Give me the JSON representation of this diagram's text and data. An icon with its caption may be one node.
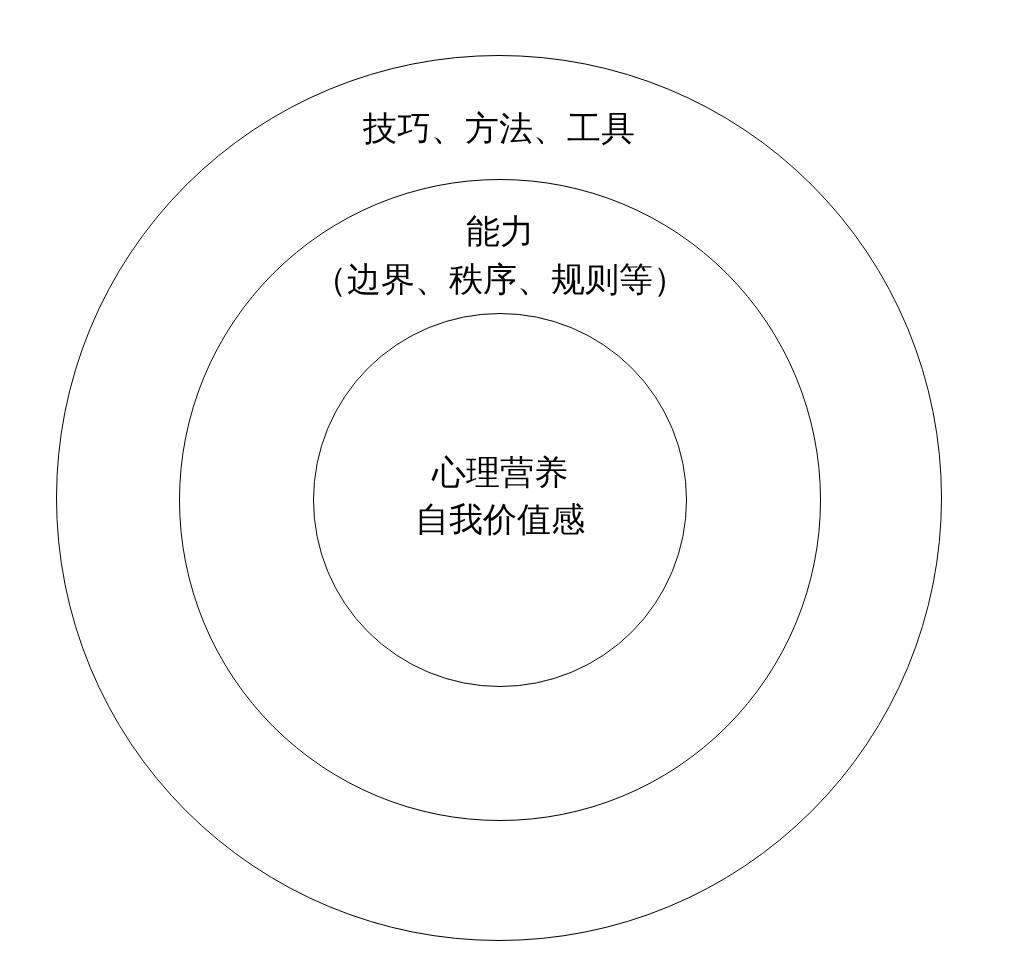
{
  "diagram": {
    "nodes": [
      {
        "text": [
          "技巧、方法、工具"
        ]
      },
      {
        "text": [
          "能力",
          "（边界、秩序、规则等）"
        ],
        "in": 0
      },
      {
        "text": [
          "心理营养",
          "自我价值感"
        ],
        "in": 1
      }
    ]
  }
}
